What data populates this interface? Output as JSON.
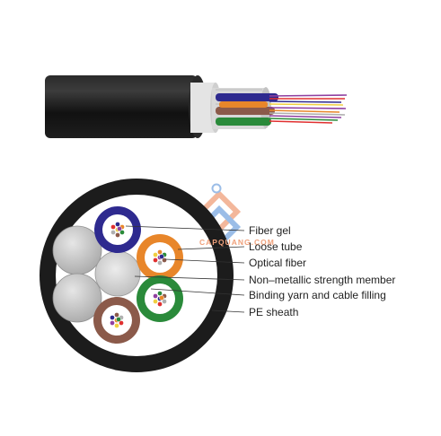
{
  "labels": {
    "fiber_gel": "Fiber gel",
    "loose_tube": "Loose tube",
    "optical_fiber": "Optical fiber",
    "strength_member": "Non–metallic strength member",
    "binding_yarn": "Binding yarn and cable filling",
    "pe_sheath": "PE sheath"
  },
  "watermark": {
    "text": "CAPQUANG.COM"
  },
  "colors": {
    "sheath": "#1c1c1c",
    "tube_blue": "#2e2a8f",
    "tube_orange": "#e8862a",
    "tube_green": "#2a8a3a",
    "tube_brown": "#8b5a4a",
    "filler_gray": "#c8c8c8",
    "logo_orange": "#f0a07a",
    "logo_blue": "#7aa8e0"
  },
  "fiber_colors": [
    "#2e2a8f",
    "#e8862a",
    "#2a8a3a",
    "#8b5a4a",
    "#b0b0b0",
    "#e03030",
    "#f0d040",
    "#9040a0"
  ]
}
